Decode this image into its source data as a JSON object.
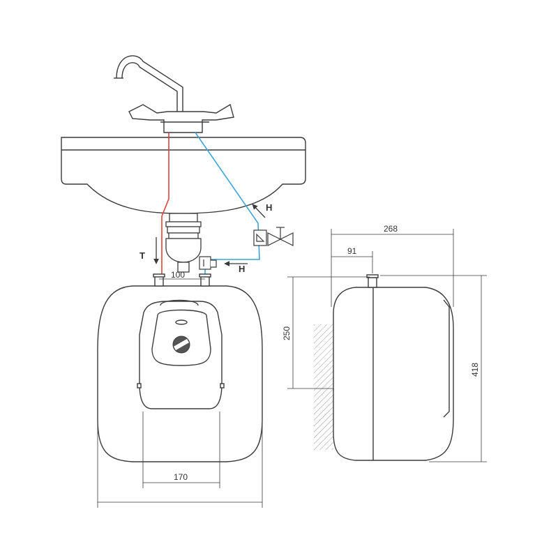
{
  "colors": {
    "line": "#3a3a3a",
    "hot_pipe": "#e0403c",
    "cold_pipe": "#3aa6d8",
    "hatch": "#9a9a9a"
  },
  "front_view": {
    "label_inlet_left": "T",
    "label_inlet_right": "H",
    "label_valve": "H",
    "dim_connection_spacing": "100",
    "dim_inner_width": "170"
  },
  "side_view": {
    "dim_depth": "268",
    "dim_connection_offset": "91",
    "dim_mount_height": "250",
    "dim_total_height": "418"
  },
  "icons": [
    "faucet-icon",
    "sink-icon",
    "siphon-icon",
    "check-valve-icon",
    "stop-valve-icon",
    "thermostat-knob-icon",
    "water-heater-icon",
    "wall-hatch-icon"
  ]
}
